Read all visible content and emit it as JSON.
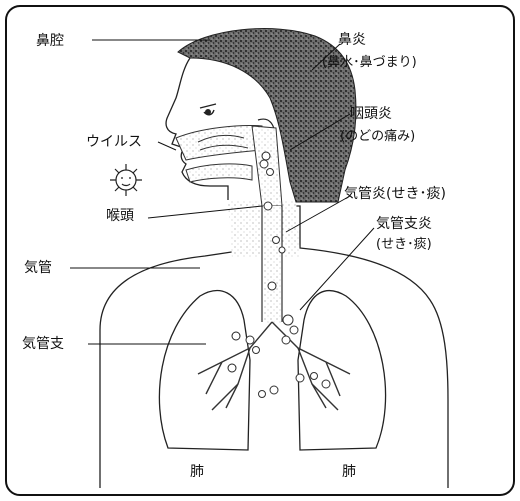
{
  "labels": {
    "nasal_cavity": "鼻腔",
    "rhinitis": "鼻炎",
    "rhinitis_symptoms": "(鼻水･鼻づまり)",
    "pharyngitis": "咽頭炎",
    "pharyngitis_symptoms": "(のどの痛み)",
    "virus": "ウイルス",
    "larynx": "喉頭",
    "tracheitis_symptoms": "気管炎(せき･痰)",
    "bronchitis": "気管支炎",
    "bronchitis_symptoms": "(せき･痰)",
    "trachea": "気管",
    "bronchus": "気管支",
    "lung_left": "肺",
    "lung_right": "肺"
  }
}
